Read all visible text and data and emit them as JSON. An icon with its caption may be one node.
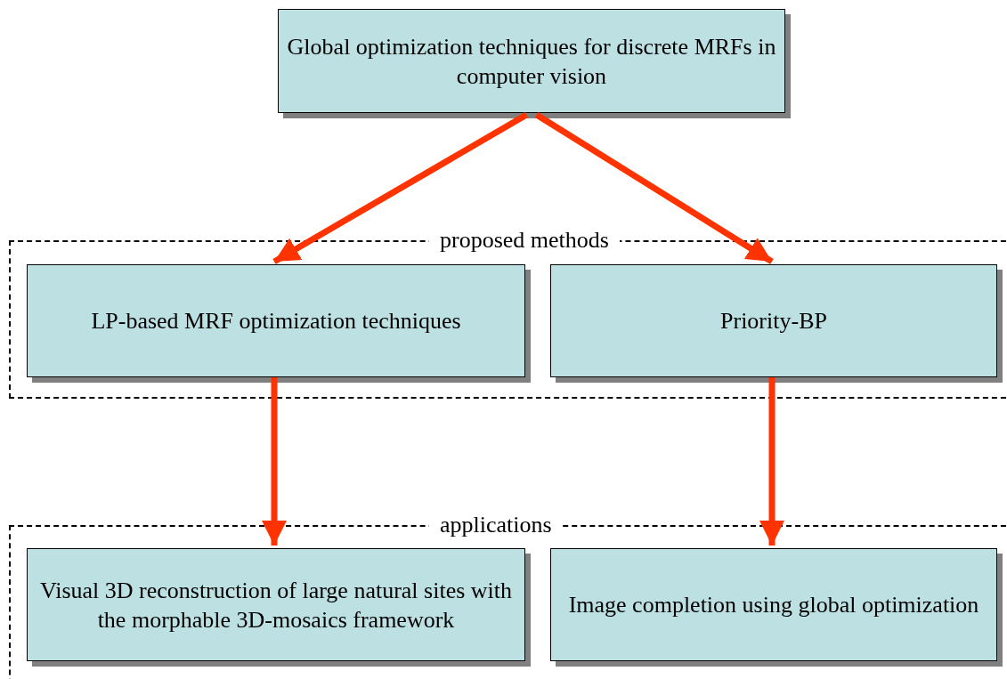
{
  "diagram": {
    "nodes": [
      {
        "text": [
          "Global optimization techniques for discrete MRFs in computer vision"
        ]
      },
      {
        "text": [
          "proposed methods"
        ]
      },
      {
        "text": [
          "LP-based MRF optimization techniques"
        ],
        "in": 1
      },
      {
        "text": [
          "Priority-BP"
        ],
        "in": 1
      },
      {
        "text": [
          "applications"
        ]
      },
      {
        "text": [
          "Visual 3D reconstruction of large natural sites with the morphable 3D-mosaics framework"
        ],
        "in": 4
      },
      {
        "text": [
          "Image completion using global optimization"
        ],
        "in": 4
      }
    ],
    "edges": [
      {
        "from": 0,
        "to": 2,
        "arrow": "to"
      },
      {
        "from": 0,
        "to": 3,
        "arrow": "to"
      },
      {
        "from": 2,
        "to": 5,
        "arrow": "to"
      },
      {
        "from": 3,
        "to": 6,
        "arrow": "to"
      }
    ]
  }
}
